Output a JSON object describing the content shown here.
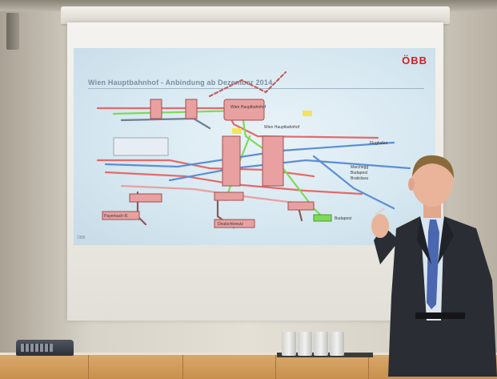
{
  "slide": {
    "logo": "ÖBB",
    "title": "Wien Hauptbahnhof  -  Anbindung ab Dezember 2014",
    "footer": "ÖBB"
  },
  "diagram": {
    "station_main": "Wien Hauptbahnhof",
    "station_secondary": "Wien Hauptbahnhof",
    "label_right_1": "Flughafen",
    "label_right_2": "Marchegg",
    "label_right_3": "Budapest",
    "label_right_4": "Bratislava",
    "label_bottom_left": "Payerbach-R.",
    "label_bottom_mid": "Deutschkreutz",
    "label_bottom_right": "Budapest"
  },
  "colors": {
    "wall": "#e4e0d6",
    "slide_bg": "#d7e8f1",
    "red_line": "#e46a6a",
    "green_line": "#7ed957",
    "blue_line": "#5a8fd6",
    "station_fill": "#e8a0a0",
    "suit": "#2a2d33",
    "shirt": "#dbe5ef",
    "tie": "#4a67b0",
    "skin": "#e9b49a",
    "wood": "#d9a86a"
  }
}
